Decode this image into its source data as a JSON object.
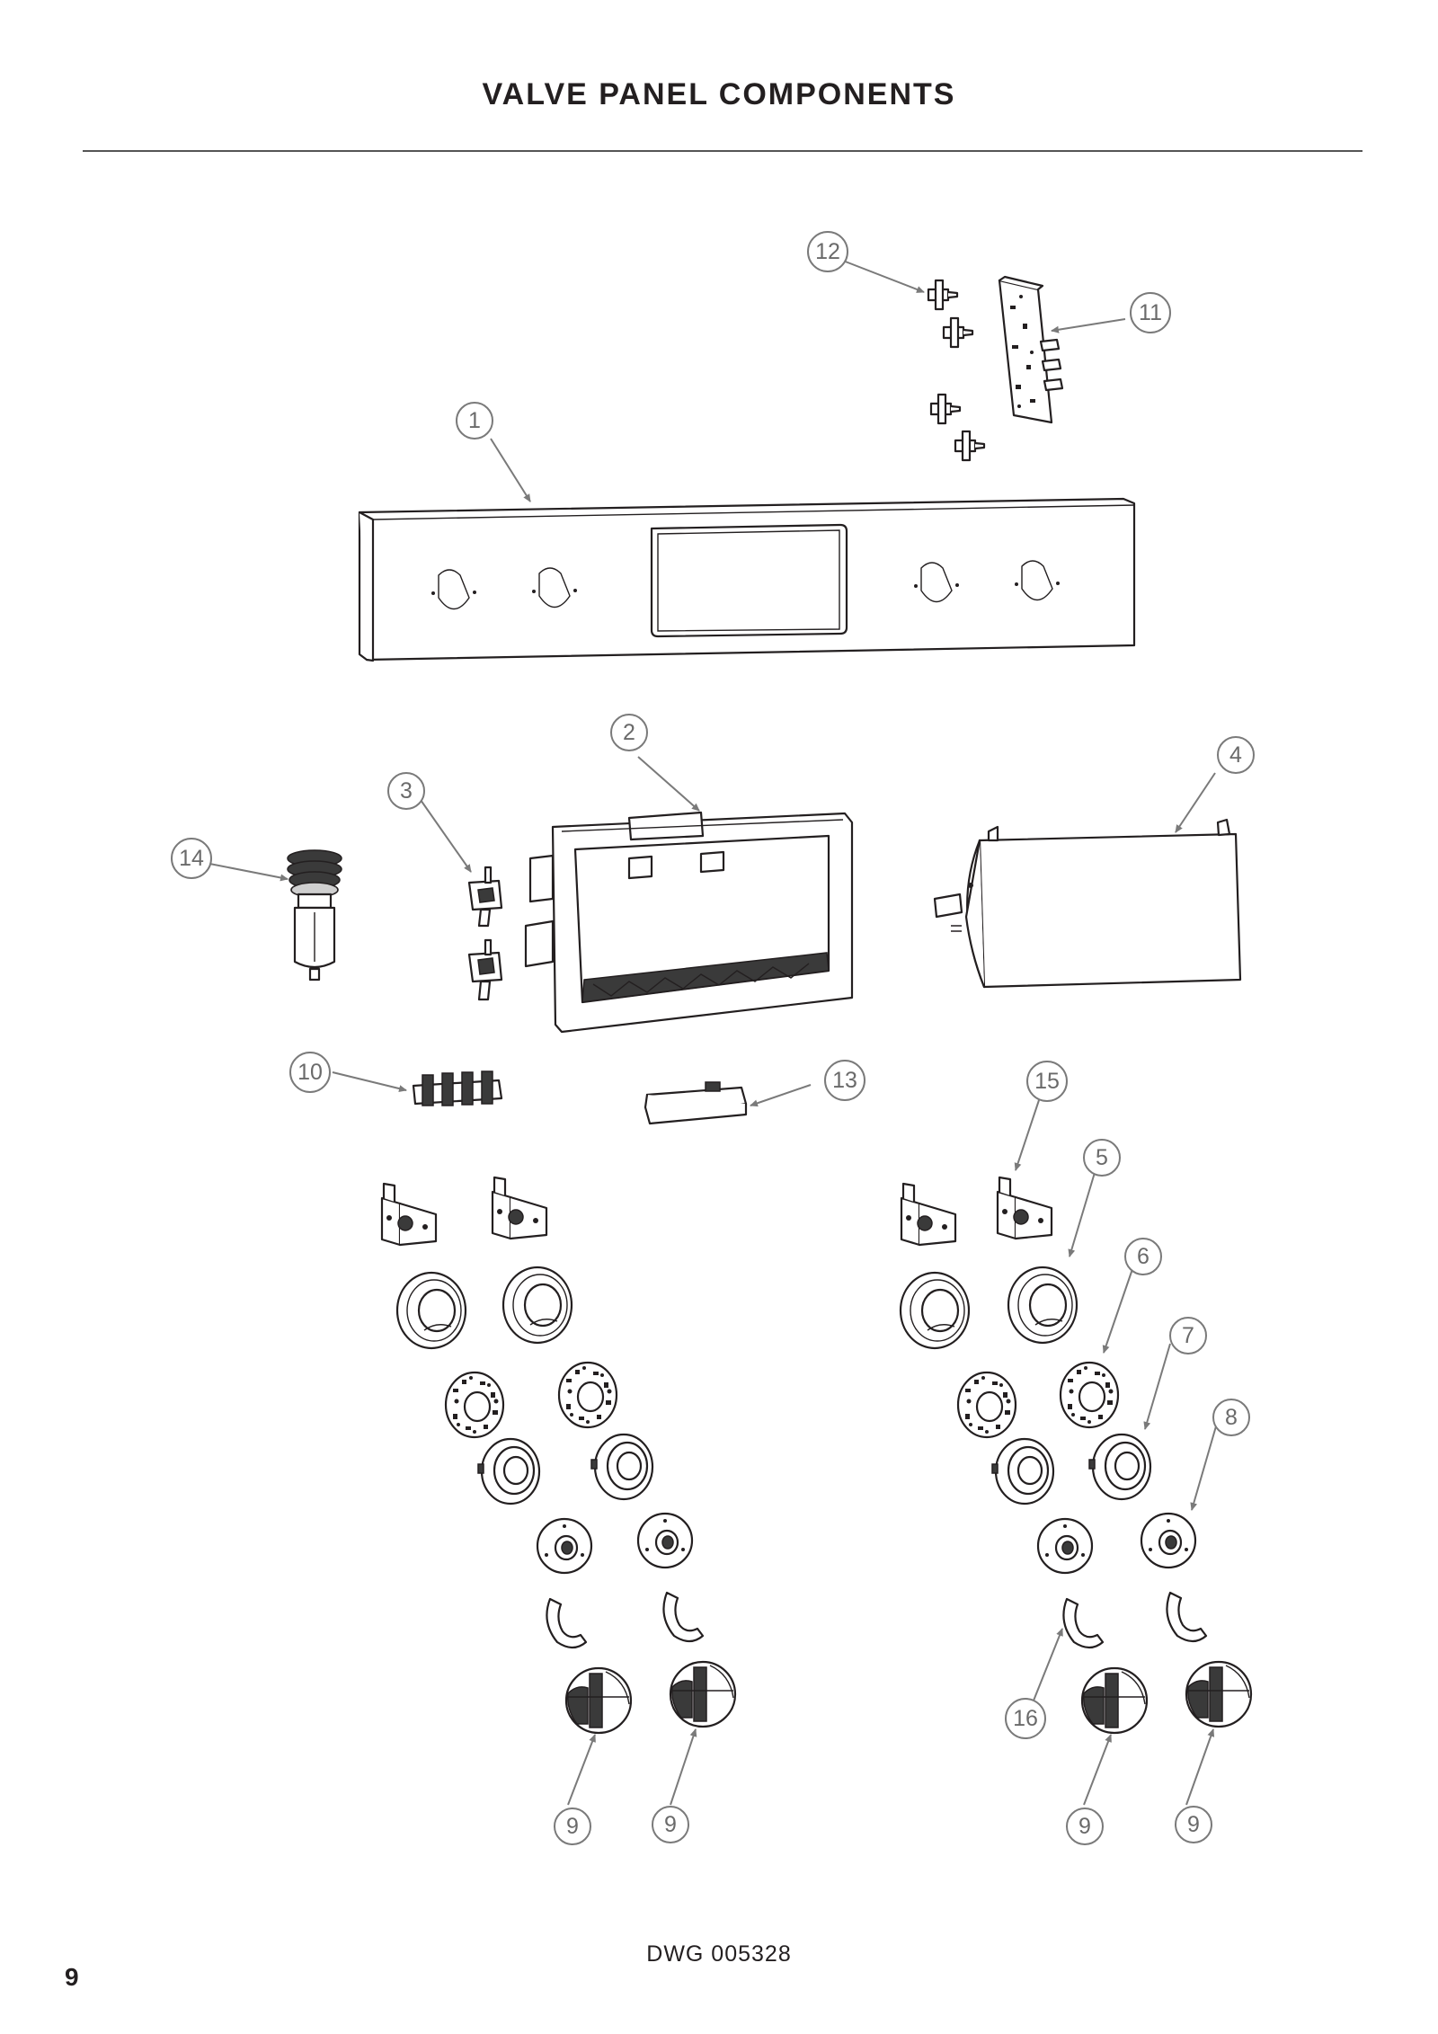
{
  "page": {
    "title": "VALVE PANEL COMPONENTS",
    "drawing_number": "DWG 005328",
    "page_number": "9"
  },
  "callouts": [
    {
      "id": "c1",
      "label": "1"
    },
    {
      "id": "c2",
      "label": "2"
    },
    {
      "id": "c3",
      "label": "3"
    },
    {
      "id": "c4",
      "label": "4"
    },
    {
      "id": "c5",
      "label": "5"
    },
    {
      "id": "c6",
      "label": "6"
    },
    {
      "id": "c7",
      "label": "7"
    },
    {
      "id": "c8",
      "label": "8"
    },
    {
      "id": "c9a",
      "label": "9"
    },
    {
      "id": "c9b",
      "label": "9"
    },
    {
      "id": "c9c",
      "label": "9"
    },
    {
      "id": "c9d",
      "label": "9"
    },
    {
      "id": "c10",
      "label": "10"
    },
    {
      "id": "c11",
      "label": "11"
    },
    {
      "id": "c12",
      "label": "12"
    },
    {
      "id": "c13",
      "label": "13"
    },
    {
      "id": "c14",
      "label": "14"
    },
    {
      "id": "c15",
      "label": "15"
    },
    {
      "id": "c16",
      "label": "16"
    }
  ]
}
